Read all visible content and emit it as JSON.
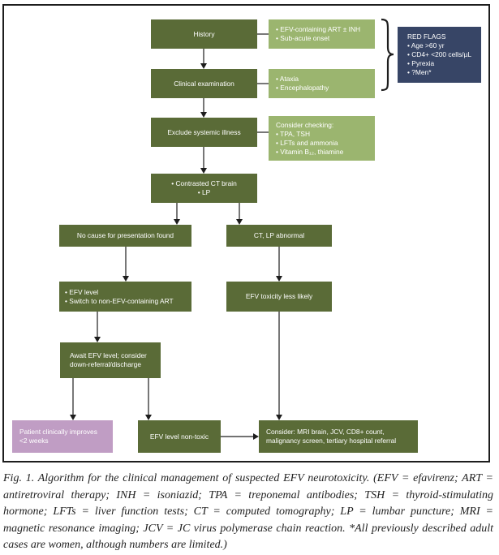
{
  "figure": {
    "nodes": {
      "history": {
        "lines": [
          "History"
        ]
      },
      "history_notes": {
        "lines": [
          "• EFV-containing ART ± INH",
          "• Sub-acute onset"
        ]
      },
      "clinical_exam": {
        "lines": [
          "Clinical examination"
        ]
      },
      "clinical_notes": {
        "lines": [
          "• Ataxia",
          "• Encephalopathy"
        ]
      },
      "red_flags": {
        "lines": [
          "RED FLAGS",
          "• Age >60 yr",
          "• CD4+ <200 cells/µL",
          "• Pyrexia",
          "• ?Men*"
        ]
      },
      "exclude_systemic": {
        "lines": [
          "Exclude systemic illness"
        ]
      },
      "consider_checking": {
        "lines": [
          "Consider checking:",
          "• TPA, TSH",
          "• LFTs and ammonia",
          "• Vitamin B₁₂, thiamine"
        ]
      },
      "ct_lp": {
        "lines": [
          "• Contrasted CT brain",
          "• LP"
        ]
      },
      "no_cause": {
        "lines": [
          "No cause for presentation found"
        ]
      },
      "ct_abnormal": {
        "lines": [
          "CT, LP abnormal"
        ]
      },
      "efv_level_switch": {
        "lines": [
          "• EFV level",
          "• Switch to non-EFV-containing ART"
        ]
      },
      "efv_less_likely": {
        "lines": [
          "EFV toxicity less likely"
        ]
      },
      "await_efv": {
        "lines": [
          "Await EFV level; consider",
          "down-referral/discharge"
        ]
      },
      "patient_improves": {
        "lines": [
          "Patient clinically improves",
          "<2 weeks"
        ]
      },
      "efv_non_toxic": {
        "lines": [
          "EFV level non-toxic"
        ]
      },
      "consider_mri": {
        "lines": [
          "Consider: MRI brain, JCV, CD8+ count,",
          "malignancy screen, tertiary hospital referral"
        ]
      }
    },
    "colors": {
      "dark_green": "#5a6b37",
      "light_green": "#9bb56f",
      "navy": "#374566",
      "pink": "#c09dc4"
    }
  },
  "caption": {
    "text": "Fig. 1. Algorithm for the clinical management of suspected EFV neurotoxicity. (EFV = efavirenz; ART = antiretroviral therapy; INH = isoniazid; TPA = treponemal antibodies; TSH = thyroid-stimulating hormone; LFTs = liver function tests; CT = computed tomography; LP = lumbar puncture; MRI = magnetic resonance imaging; JCV = JC virus polymerase chain reaction. *All previously described adult cases are women, although numbers are limited.)"
  }
}
